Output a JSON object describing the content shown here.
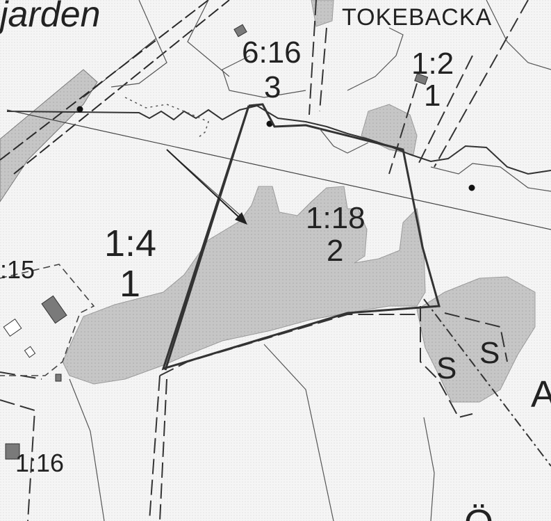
{
  "map": {
    "place_title": "jarden",
    "road_name": "TOKEBACKA",
    "cut_glyph": "Ö"
  },
  "parcels": [
    {
      "id": "p-6-16",
      "designation": "6:16",
      "number": "3"
    },
    {
      "id": "p-1-2",
      "designation": "1:2",
      "number": "1"
    },
    {
      "id": "p-1-18",
      "designation": "1:18",
      "number": "2"
    },
    {
      "id": "p-1-4",
      "designation": "1:4",
      "number": "1"
    },
    {
      "id": "p-1-15",
      "designation": ":15"
    },
    {
      "id": "p-1-16",
      "designation": "1:16"
    }
  ],
  "symbols": {
    "s1": "S",
    "s2": "S",
    "a_partial": "A"
  },
  "colors": {
    "wetland_fill": "#c9c9c9",
    "building_fill": "#7a7a7a",
    "line": "#2a2a2a",
    "background": "#f7f7f7"
  }
}
